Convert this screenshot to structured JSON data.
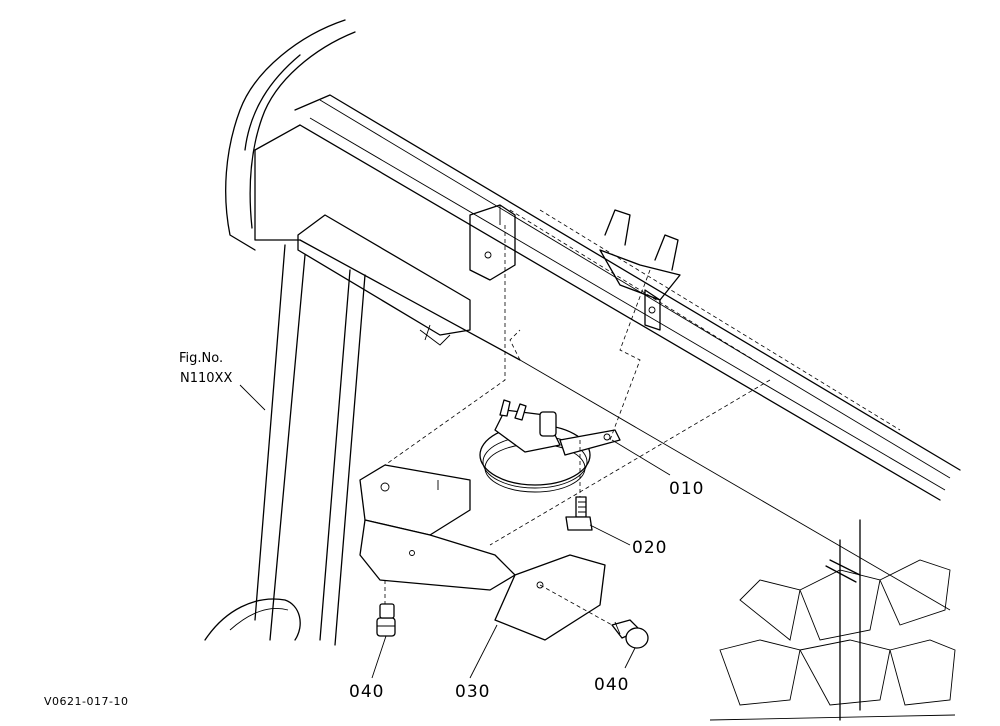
{
  "figure_reference": {
    "line1": "Fig.No.",
    "line2": "N110XX"
  },
  "parts": [
    {
      "id": "p010",
      "label": "010"
    },
    {
      "id": "p020",
      "label": "020"
    },
    {
      "id": "p030",
      "label": "030"
    },
    {
      "id": "p040a",
      "label": "040"
    },
    {
      "id": "p040b",
      "label": "040"
    }
  ],
  "drawing_code": "V0621-017-10"
}
